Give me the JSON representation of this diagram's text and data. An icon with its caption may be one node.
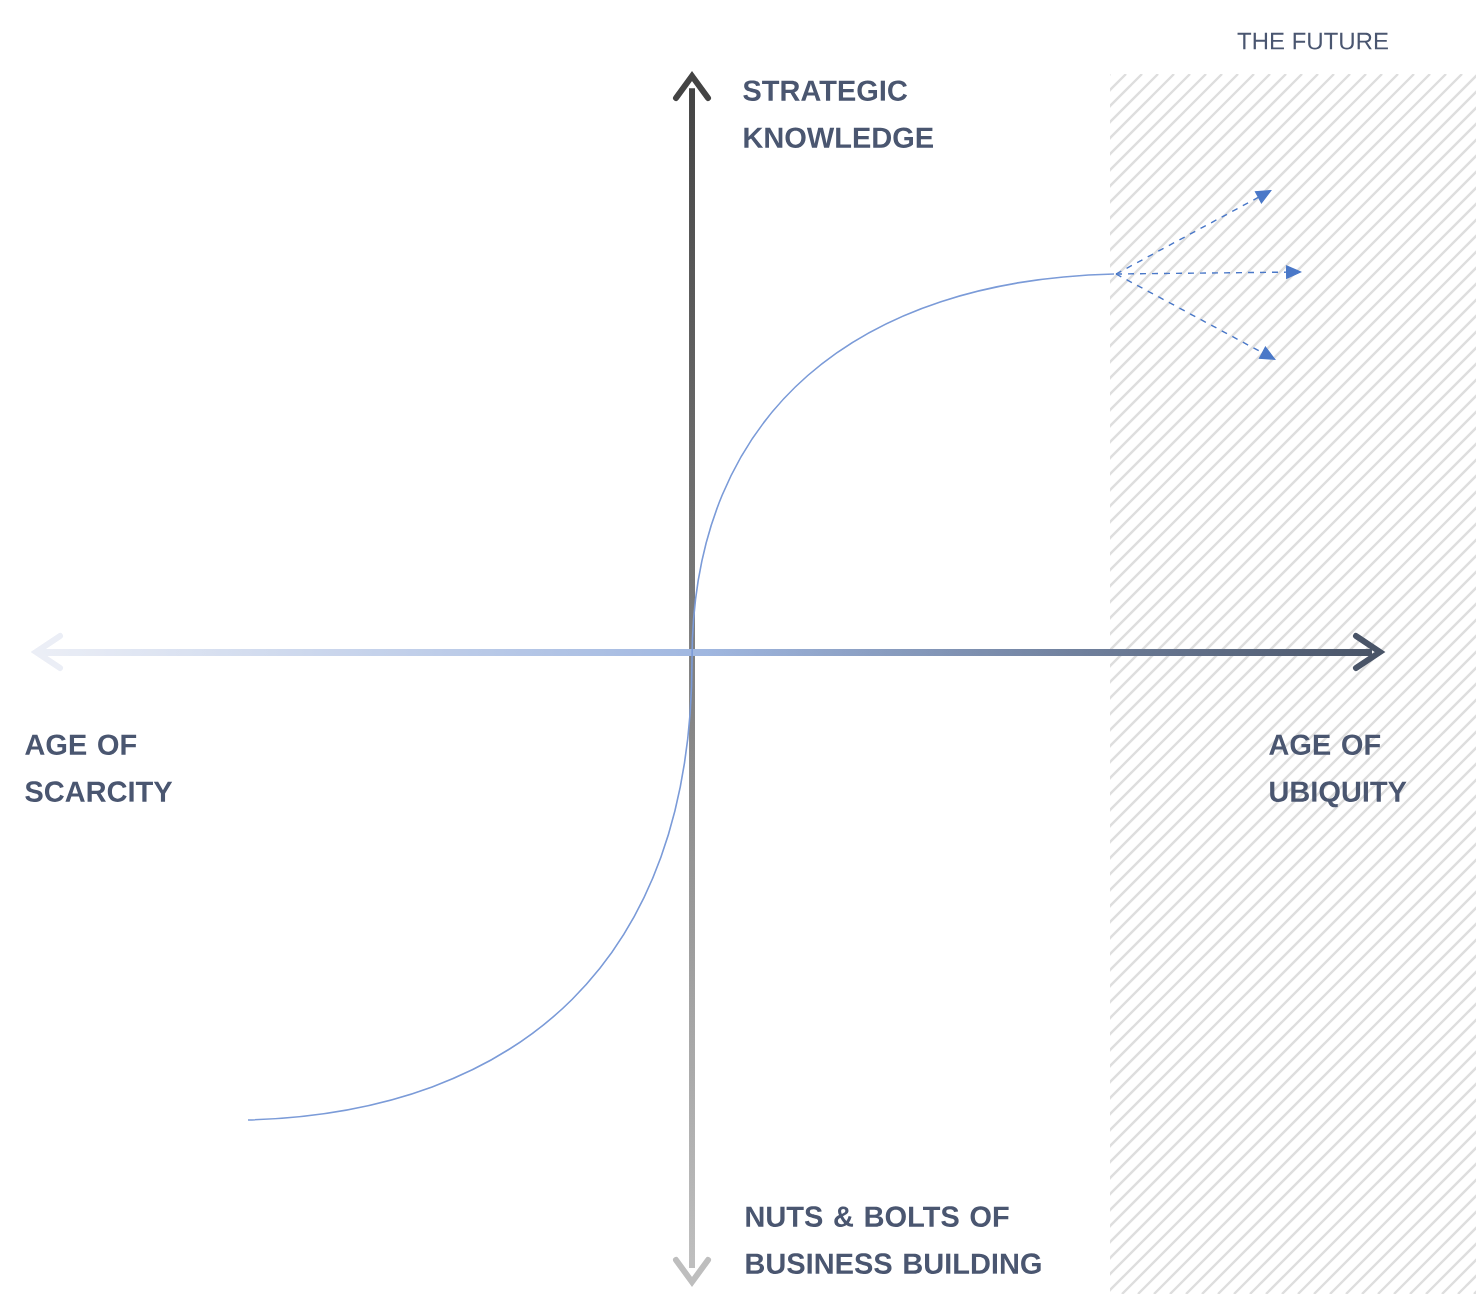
{
  "diagram": {
    "nodes": [
      {
        "text": [
          "THE FUTURE"
        ]
      }
    ],
    "labels": [
      "STRATEGIC KNOWLEDGE",
      "AGE OF SCARCITY",
      "AGE OF UBIQUITY",
      "NUTS & BOLTS OF BUSINESS BUILDING"
    ]
  }
}
